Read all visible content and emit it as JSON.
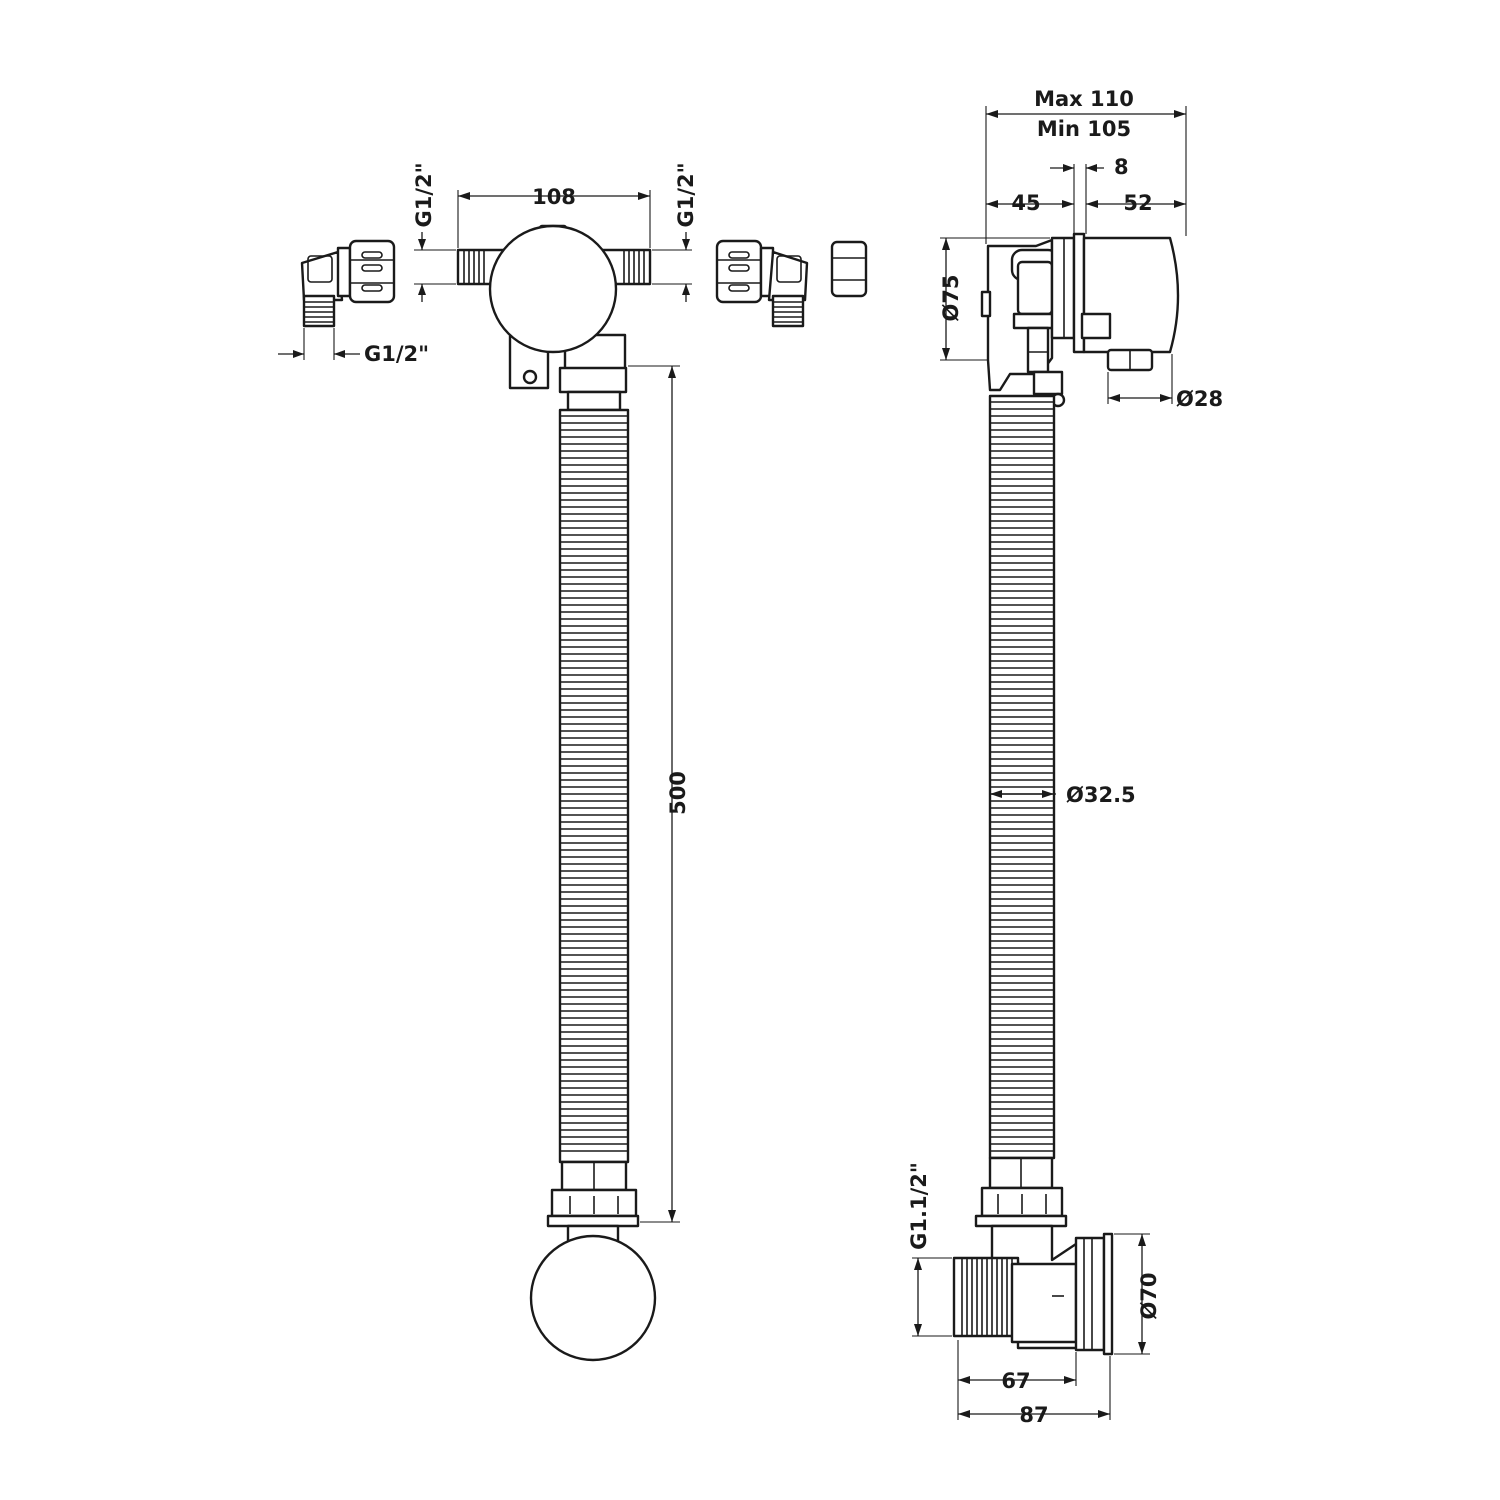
{
  "colors": {
    "line": "#1a1a1a",
    "background": "#ffffff"
  },
  "front_view": {
    "left_inlet_thread": "G1/2\"",
    "right_inlet_thread": "G1/2\"",
    "inlet_spacing": "108",
    "elbow_thread": "G1/2\"",
    "hose_length": "500"
  },
  "side_view": {
    "depth_max": "Max 110",
    "depth_min": "Min 105",
    "flange": "8",
    "body_depth": "45",
    "handle_depth": "52",
    "body_diameter": "Ø75",
    "handle_diameter": "Ø28",
    "hose_diameter": "Ø32.5",
    "outlet_thread": "G1.1/2\"",
    "waste_diameter": "Ø70",
    "outlet_depth_inner": "67",
    "outlet_depth_outer": "87"
  }
}
